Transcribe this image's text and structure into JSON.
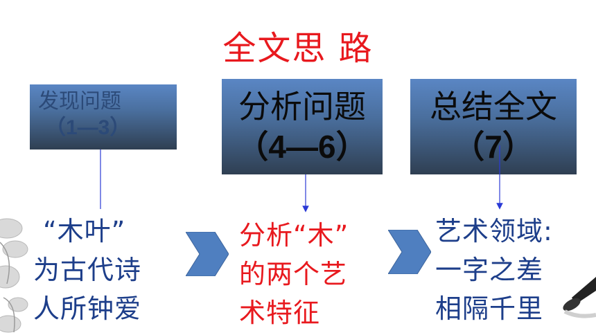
{
  "title": "全文思 路",
  "boxes": [
    {
      "line1": "发现问题",
      "line2": "（1—3）"
    },
    {
      "line1": "分析问题",
      "line2": "（4—6）"
    },
    {
      "line1": "总结全文",
      "line2": "（7）"
    }
  ],
  "texts": [
    {
      "line1": "“木叶”",
      "line2": "为古代诗",
      "line3": "人所钟爱"
    },
    {
      "line1": "分析“木”",
      "line2": "的两个艺",
      "line3": "术特征"
    },
    {
      "line1": "艺术领域:",
      "line2": "一字之差",
      "line3": "相隔千里"
    }
  ],
  "colors": {
    "title": "#e8191e",
    "box_top": "#5a86c4",
    "box_bottom": "#2f3f52",
    "blue_text": "#1d3e8a",
    "red_text": "#e8191e",
    "chevron": "#4f7fc0",
    "connector": "#2a3ad6"
  },
  "icons": [
    "chevron-right-icon",
    "chevron-right-icon",
    "flower-decoration",
    "brush-decoration"
  ]
}
